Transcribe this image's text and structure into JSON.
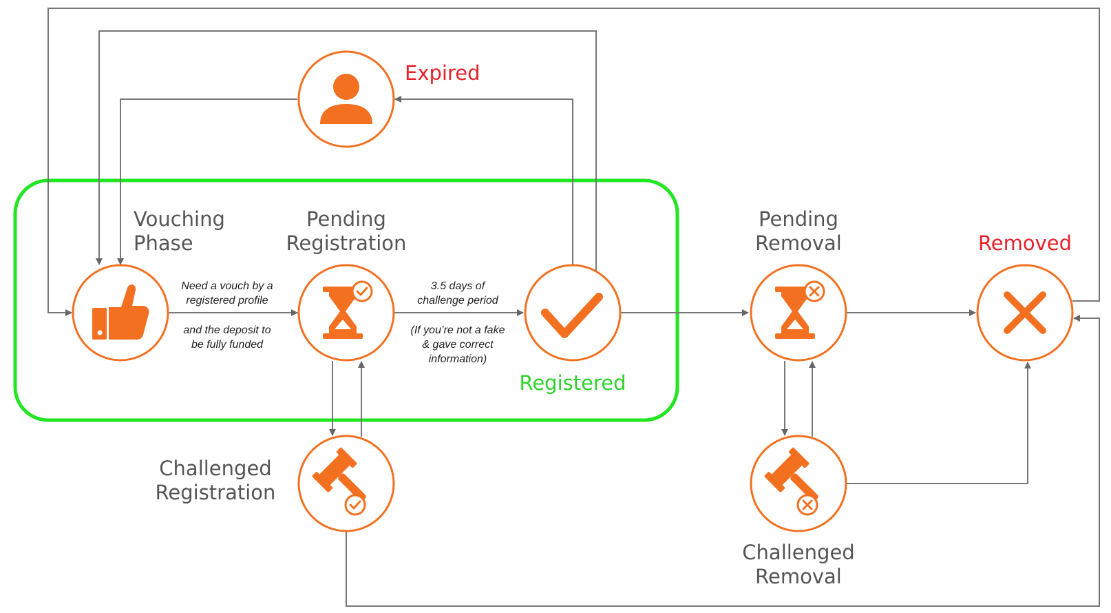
{
  "colors": {
    "accent": "#f37021",
    "highlight_box": "#22e622",
    "label_gray": "#555555",
    "label_red": "#e8202a",
    "label_green": "#2bd42b",
    "connector": "#777777"
  },
  "nodes": {
    "vouching": {
      "icon": "thumbs-up-icon",
      "label_line1": "Vouching",
      "label_line2": "Phase"
    },
    "pending_registration": {
      "icon": "hourglass-check-icon",
      "label_line1": "Pending",
      "label_line2": "Registration"
    },
    "registered": {
      "icon": "checkmark-icon",
      "label": "Registered"
    },
    "expired": {
      "icon": "person-icon",
      "label": "Expired"
    },
    "challenged_registration": {
      "icon": "gavel-check-icon",
      "label_line1": "Challenged",
      "label_line2": "Registration"
    },
    "pending_removal": {
      "icon": "hourglass-x-icon",
      "label_line1": "Pending",
      "label_line2": "Removal"
    },
    "removed": {
      "icon": "x-mark-icon",
      "label": "Removed"
    },
    "challenged_removal": {
      "icon": "gavel-x-icon",
      "label_line1": "Challenged",
      "label_line2": "Removal"
    }
  },
  "notes": {
    "vouch_line1": "Need a vouch by a",
    "vouch_line2": "registered profile",
    "deposit_line1": "and the deposit to",
    "deposit_line2": "be fully funded",
    "challenge_line1": "3.5 days of",
    "challenge_line2": "challenge period",
    "fake_line1": "(If you’re not a fake",
    "fake_line2": "& gave correct",
    "fake_line3": "information)"
  }
}
